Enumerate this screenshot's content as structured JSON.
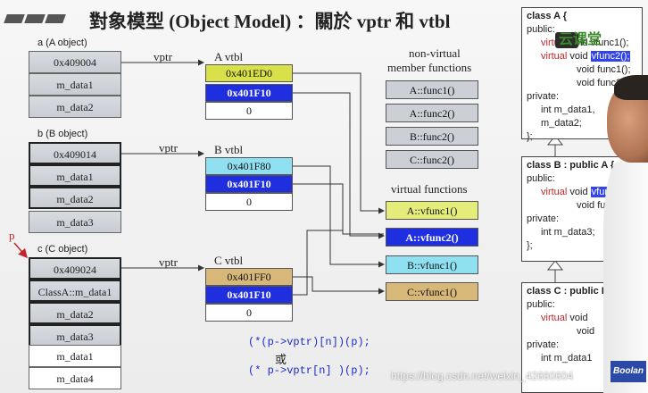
{
  "slide": {
    "title": "對象模型 (Object Model) ：關於 vptr 和 vtbl"
  },
  "objects": {
    "a": {
      "label": "a (A object)",
      "cells": [
        "0x409004",
        "m_data1",
        "m_data2"
      ]
    },
    "b": {
      "label": "b (B object)",
      "cells": [
        "0x409014",
        "m_data1",
        "m_data2",
        "m_data3"
      ]
    },
    "c": {
      "label": "c (C object)",
      "pointer_label": "p",
      "cells": [
        "0x409024",
        "ClassA::m_data1",
        "m_data2",
        "m_data3",
        "m_data1",
        "m_data4"
      ]
    }
  },
  "vptr_label": "vptr",
  "vtbls": {
    "a": {
      "label": "A vtbl",
      "cells": [
        "0x401ED0",
        "0x401F10",
        "0"
      ]
    },
    "b": {
      "label": "B vtbl",
      "cells": [
        "0x401F80",
        "0x401F10",
        "0"
      ]
    },
    "c": {
      "label": "C vtbl",
      "cells": [
        "0x401FF0",
        "0x401F10",
        "0"
      ]
    }
  },
  "non_virtual": {
    "heading_line1": "non-virtual",
    "heading_line2": "member functions",
    "items": [
      "A::func1()",
      "A::func2()",
      "B::func2()",
      "C::func2()"
    ]
  },
  "virtual_functions": {
    "heading": "virtual functions",
    "items": [
      "A::vfunc1()",
      "A::vfunc2()",
      "B::vfunc1()",
      "C::vfunc1()"
    ]
  },
  "code": {
    "line1": "(*(p->vptr)[n])(p);",
    "or_label": "或",
    "line2": "(* p->vptr[n] )(p);"
  },
  "class_a": {
    "header": "class A {",
    "public": "public:",
    "l1_kw": "virtual",
    "l1_rest": "void",
    "l1_fn": "vfunc1();",
    "l2_kw": "virtual",
    "l2_rest": "void",
    "l2_fn": "vfunc2();",
    "l3": "void  func1();",
    "l4": "void  func2();",
    "private": "private:",
    "l5": "int m_data1, m_data2;",
    "end": "};"
  },
  "class_b": {
    "header": "class B : public A {",
    "public": "public:",
    "l1_kw": "virtual",
    "l1_rest": "void",
    "l1_fn": "vfunc1();",
    "l2": "void  func2();",
    "private": "private:",
    "l3": "int m_data3;",
    "end": "};"
  },
  "class_c": {
    "header": "class C : public B",
    "public": "public:",
    "l1_kw": "virtual",
    "l1_rest": "void",
    "l2": "void",
    "private": "private:",
    "l3": "int m_data1"
  },
  "brand": "云课堂",
  "watermark": "https://blog.csdn.net/weixin_42660604",
  "booklet_badge": "Boolan",
  "colors": {
    "vtbl_yellow": "#d8e04a",
    "vtbl_blue": "#1f2fe0",
    "vtbl_cyan": "#8fe0f0",
    "vtbl_tan": "#d8b878",
    "pointer_red": "#c0282c"
  }
}
